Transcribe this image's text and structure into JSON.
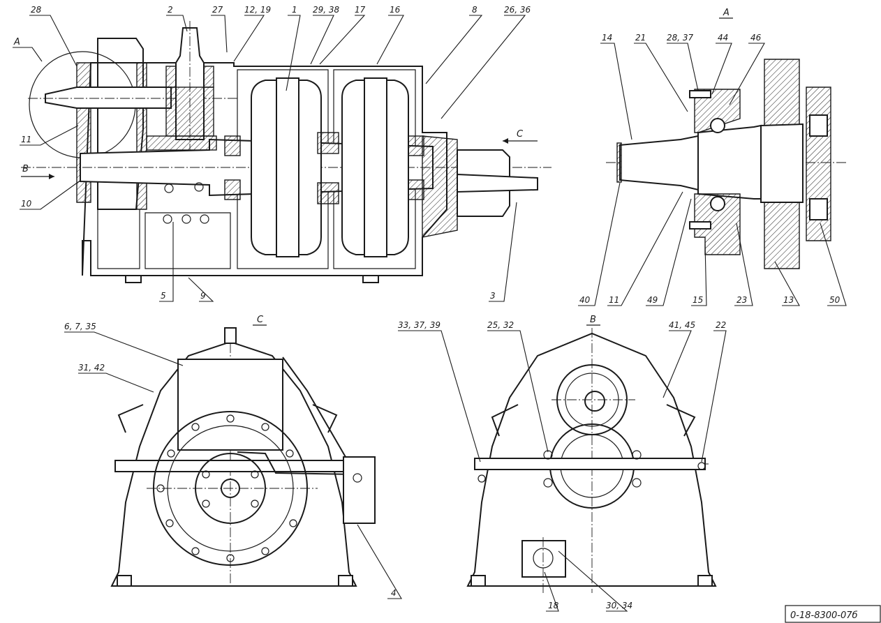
{
  "views": {
    "section_main": {
      "labels": {
        "p28": "28",
        "p2": "2",
        "p27": "27",
        "p12_19": "12, 19",
        "p1": "1",
        "p29_38": "29, 38",
        "p17": "17",
        "p16": "16",
        "p8": "8",
        "p26_36": "26, 36",
        "p11": "11",
        "p10": "10",
        "p5": "5",
        "p9": "9",
        "p3": "3"
      },
      "markers": {
        "a": "A",
        "b": "B",
        "c": "C"
      }
    },
    "detail_a": {
      "title": "A",
      "labels": {
        "p14": "14",
        "p21": "21",
        "p28_37": "28, 37",
        "p44": "44",
        "p46": "46",
        "p40": "40",
        "p11": "11",
        "p49": "49",
        "p15": "15",
        "p23": "23",
        "p13": "13",
        "p50": "50"
      }
    },
    "view_c": {
      "title": "C",
      "labels": {
        "p6_7_35": "6, 7, 35",
        "p31_42": "31, 42",
        "p4": "4"
      }
    },
    "view_b": {
      "title": "B",
      "labels": {
        "p33_37_39": "33, 37, 39",
        "p25_32": "25, 32",
        "p41_45": "41, 45",
        "p22": "22",
        "p18": "18",
        "p30_34": "30, 34"
      }
    }
  },
  "drawing_number": "0-18-8300-07б"
}
